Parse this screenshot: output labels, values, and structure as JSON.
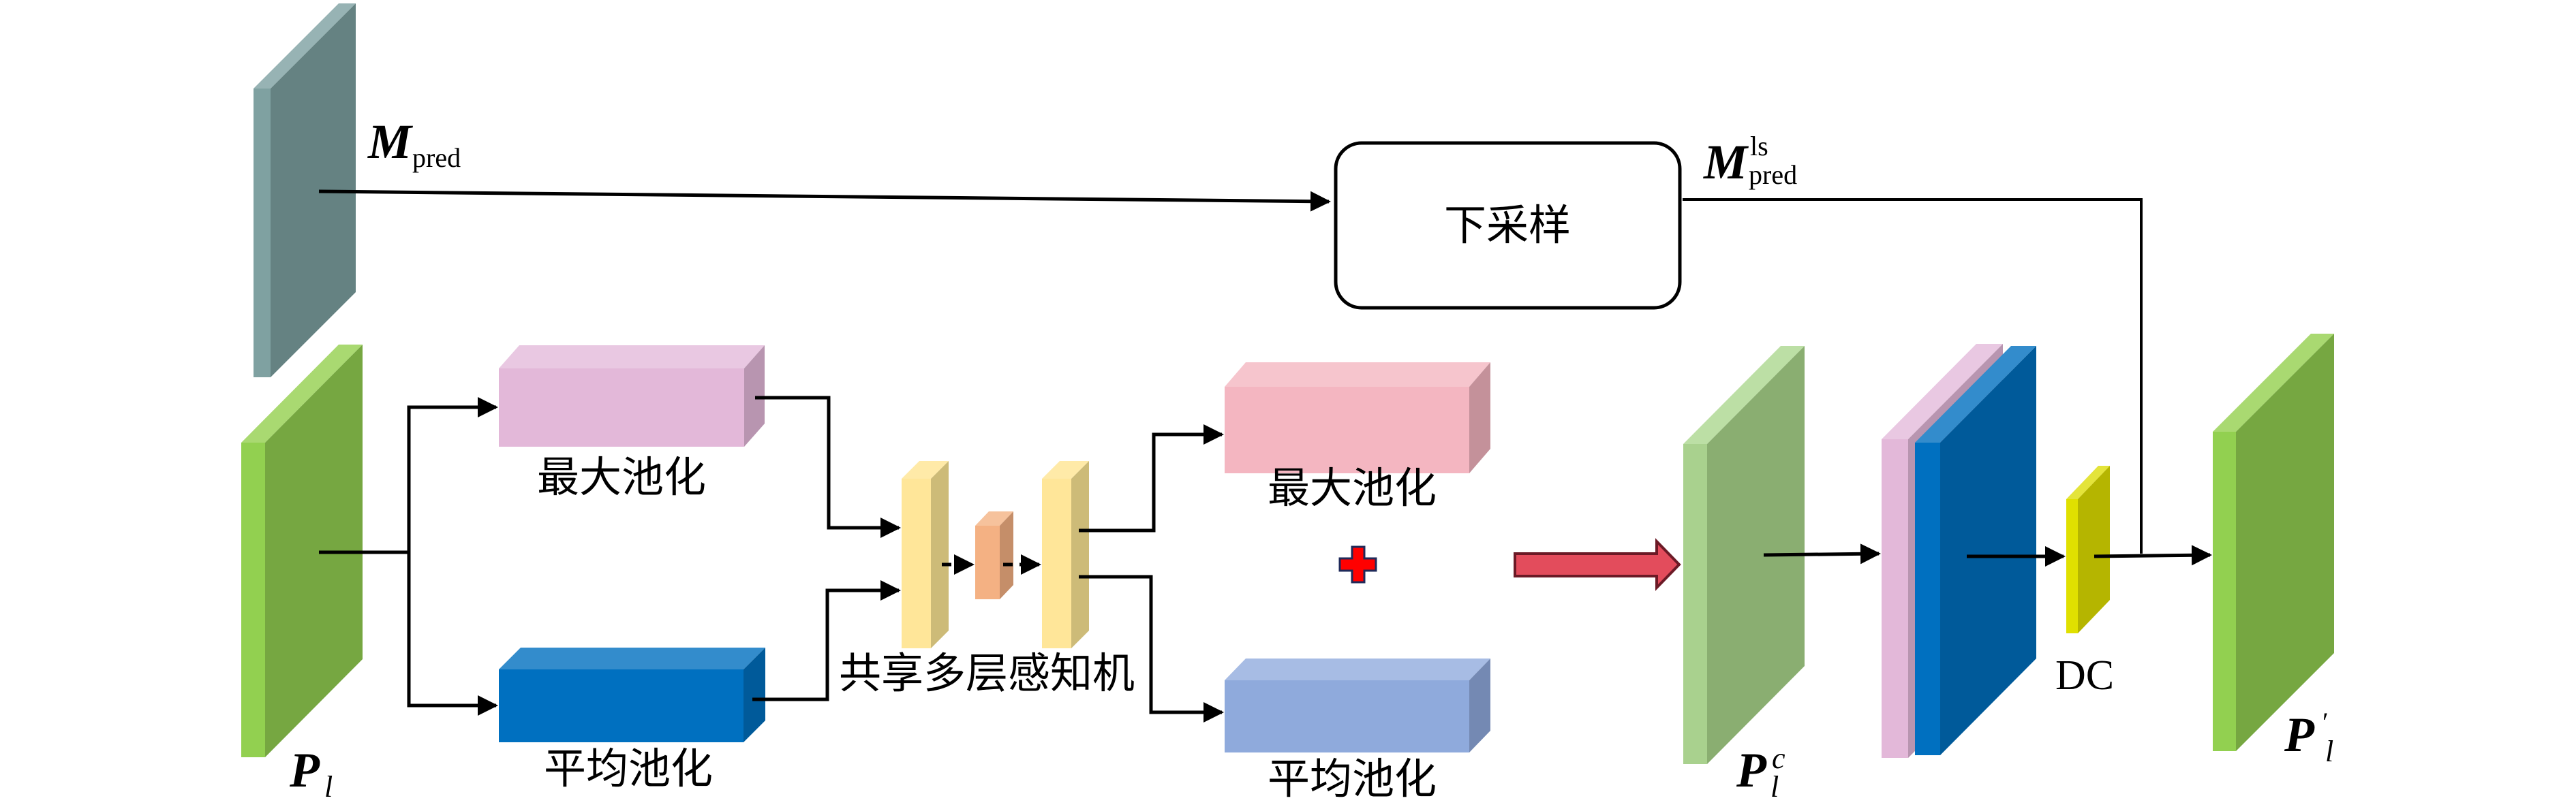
{
  "figure": {
    "title": "Channel attention with downsampled mask and dynamic convolution"
  },
  "labels": {
    "m_pred": {
      "main": "M",
      "sub": "pred"
    },
    "m_pred_ds": {
      "main": "M",
      "sub": "pred",
      "sup": "ls"
    },
    "downsample": "下采样",
    "p_l": {
      "main": "P",
      "sub": "l"
    },
    "max_pool_in": "最大池化",
    "avg_pool_in": "平均池化",
    "shared_mlp": "共享多层感知机",
    "max_pool_out": "最大池化",
    "avg_pool_out": "平均池化",
    "p_l_c": {
      "main": "P",
      "sub": "l",
      "sup": "c"
    },
    "dc": "DC",
    "p_l_prime": {
      "main": "P",
      "sub": "l",
      "sup": "′"
    }
  },
  "nodes": [
    {
      "id": "m-pred-panel",
      "kind": "panel",
      "label_ref": "m_pred",
      "colors": {
        "front": "#7fa1a1",
        "side": "#658282",
        "top": "#97b3b4"
      }
    },
    {
      "id": "p-l-panel",
      "kind": "panel",
      "label_ref": "p_l",
      "colors": {
        "front": "#92d050",
        "side": "#76a741",
        "top": "#a9d971"
      }
    },
    {
      "id": "max-pool-in-box",
      "kind": "box",
      "label_ref": "max_pool_in",
      "colors": {
        "front": "#e3b8d9",
        "side": "#b895b0",
        "top": "#e9c8e2"
      }
    },
    {
      "id": "avg-pool-in-box",
      "kind": "box",
      "label_ref": "avg_pool_in",
      "colors": {
        "front": "#0070c0",
        "side": "#005a9a",
        "top": "#338ccc"
      }
    },
    {
      "id": "mlp-layer-1",
      "kind": "box",
      "colors": {
        "front": "#ffe699",
        "side": "#cdbb78",
        "top": "#ffeaa8"
      }
    },
    {
      "id": "mlp-layer-hidden",
      "kind": "box",
      "colors": {
        "front": "#f4b183",
        "side": "#c58e69",
        "top": "#f6c29c"
      }
    },
    {
      "id": "mlp-layer-3",
      "kind": "box",
      "colors": {
        "front": "#ffe699",
        "side": "#cdbb78",
        "top": "#ffeaa8"
      }
    },
    {
      "id": "max-pool-out-box",
      "kind": "box",
      "label_ref": "max_pool_out",
      "colors": {
        "front": "#f4b6c1",
        "side": "#c4919a",
        "top": "#f6c5cd"
      }
    },
    {
      "id": "avg-pool-out-box",
      "kind": "box",
      "label_ref": "avg_pool_out",
      "colors": {
        "front": "#8faadc",
        "side": "#7489b3",
        "top": "#a7bce4"
      }
    },
    {
      "id": "p-l-c-panel",
      "kind": "panel",
      "label_ref": "p_l_c",
      "colors": {
        "front": "#a9d18e",
        "side": "#8aae71",
        "top": "#bcdfa5"
      }
    },
    {
      "id": "concat-pink-panel",
      "kind": "panel",
      "colors": {
        "front": "#e3b8d9",
        "side": "#b895b0",
        "top": "#e9c8e2"
      }
    },
    {
      "id": "concat-blue-panel",
      "kind": "panel",
      "colors": {
        "front": "#0070c0",
        "side": "#005a9a",
        "top": "#338ccc"
      }
    },
    {
      "id": "dc-panel",
      "kind": "panel",
      "label_ref": "dc",
      "colors": {
        "front": "#e0e000",
        "side": "#b5b500",
        "top": "#e4e43a"
      }
    },
    {
      "id": "p-l-prime-panel",
      "kind": "panel",
      "label_ref": "p_l_prime",
      "colors": {
        "front": "#92d050",
        "side": "#76a741",
        "top": "#a9d971"
      }
    }
  ],
  "operators": {
    "add": {
      "symbol": "+",
      "fill": "#ff0000",
      "stroke": "#1f2a5a"
    },
    "fuse_arrow": {
      "fill": "#e34c5c",
      "stroke": "#6b1a26"
    }
  },
  "edges": [
    {
      "from": "m-pred-panel",
      "to": "downsample-box",
      "style": "solid"
    },
    {
      "from": "downsample-box",
      "to": "p-l-prime-panel",
      "style": "solid",
      "label_ref": "m_pred_ds"
    },
    {
      "from": "p-l-panel",
      "to": "max-pool-in-box",
      "style": "solid"
    },
    {
      "from": "p-l-panel",
      "to": "avg-pool-in-box",
      "style": "solid"
    },
    {
      "from": "max-pool-in-box",
      "to": "mlp-layer-1",
      "style": "solid"
    },
    {
      "from": "avg-pool-in-box",
      "to": "mlp-layer-1",
      "style": "solid"
    },
    {
      "from": "mlp-layer-1",
      "to": "mlp-layer-hidden",
      "style": "dashed"
    },
    {
      "from": "mlp-layer-hidden",
      "to": "mlp-layer-3",
      "style": "dashed"
    },
    {
      "from": "mlp-layer-3",
      "to": "max-pool-out-box",
      "style": "solid"
    },
    {
      "from": "mlp-layer-3",
      "to": "avg-pool-out-box",
      "style": "solid"
    },
    {
      "from": "p-l-c-panel",
      "to": "concat-pink-panel",
      "style": "solid"
    },
    {
      "from": "concat-blue-panel",
      "to": "dc-panel",
      "style": "solid"
    },
    {
      "from": "dc-panel",
      "to": "p-l-prime-panel",
      "style": "solid"
    }
  ],
  "colors": {
    "line": "#000000",
    "background": "#ffffff",
    "downsample_box_stroke": "#000000"
  }
}
